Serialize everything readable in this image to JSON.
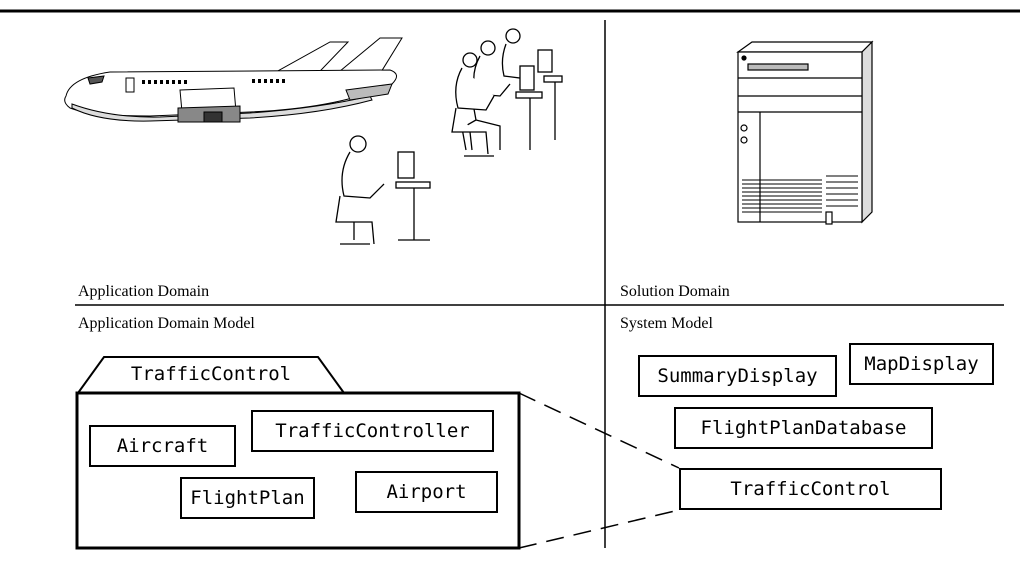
{
  "quadrants": {
    "application_domain": "Application Domain",
    "solution_domain": "Solution Domain",
    "application_domain_model": "Application Domain Model",
    "system_model": "System Model"
  },
  "package": {
    "name": "TrafficControl",
    "classes": [
      "Aircraft",
      "TrafficController",
      "FlightPlan",
      "Airport"
    ]
  },
  "system_model": {
    "classes": [
      "SummaryDisplay",
      "MapDisplay",
      "FlightPlanDatabase",
      "TrafficControl"
    ]
  },
  "illustrations": [
    "airplane-illustration",
    "air-traffic-controllers-illustration",
    "server-computer-illustration"
  ]
}
